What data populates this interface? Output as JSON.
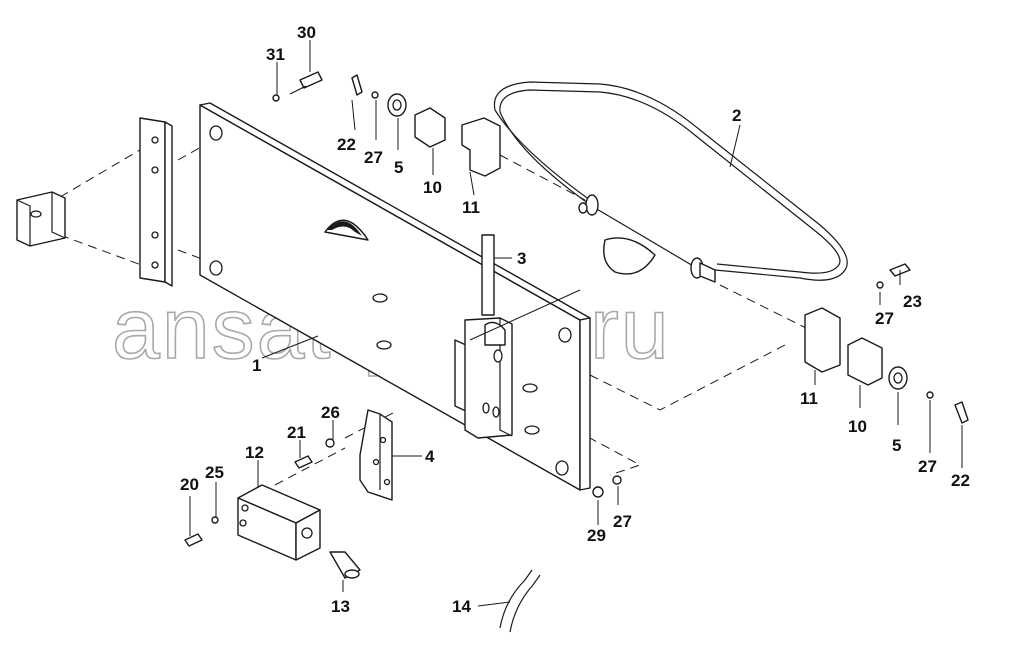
{
  "watermark": "ansat-parts.ru",
  "callouts": [
    {
      "id": "c31a",
      "text": "31"
    },
    {
      "id": "c30",
      "text": "30"
    },
    {
      "id": "c22a",
      "text": "22"
    },
    {
      "id": "c27a",
      "text": "27"
    },
    {
      "id": "c5a",
      "text": "5"
    },
    {
      "id": "c10a",
      "text": "10"
    },
    {
      "id": "c11a",
      "text": "11"
    },
    {
      "id": "c2",
      "text": "2"
    },
    {
      "id": "c3",
      "text": "3"
    },
    {
      "id": "c1",
      "text": "1"
    },
    {
      "id": "c23",
      "text": "23"
    },
    {
      "id": "c27b",
      "text": "27"
    },
    {
      "id": "c11b",
      "text": "11"
    },
    {
      "id": "c10b",
      "text": "10"
    },
    {
      "id": "c5b",
      "text": "5"
    },
    {
      "id": "c27c",
      "text": "27"
    },
    {
      "id": "c22b",
      "text": "22"
    },
    {
      "id": "c26",
      "text": "26"
    },
    {
      "id": "c21",
      "text": "21"
    },
    {
      "id": "c12",
      "text": "12"
    },
    {
      "id": "c4",
      "text": "4"
    },
    {
      "id": "c20",
      "text": "20"
    },
    {
      "id": "c25",
      "text": "25"
    },
    {
      "id": "c29",
      "text": "29"
    },
    {
      "id": "c27d",
      "text": "27"
    },
    {
      "id": "c13",
      "text": "13"
    },
    {
      "id": "c14",
      "text": "14"
    }
  ]
}
